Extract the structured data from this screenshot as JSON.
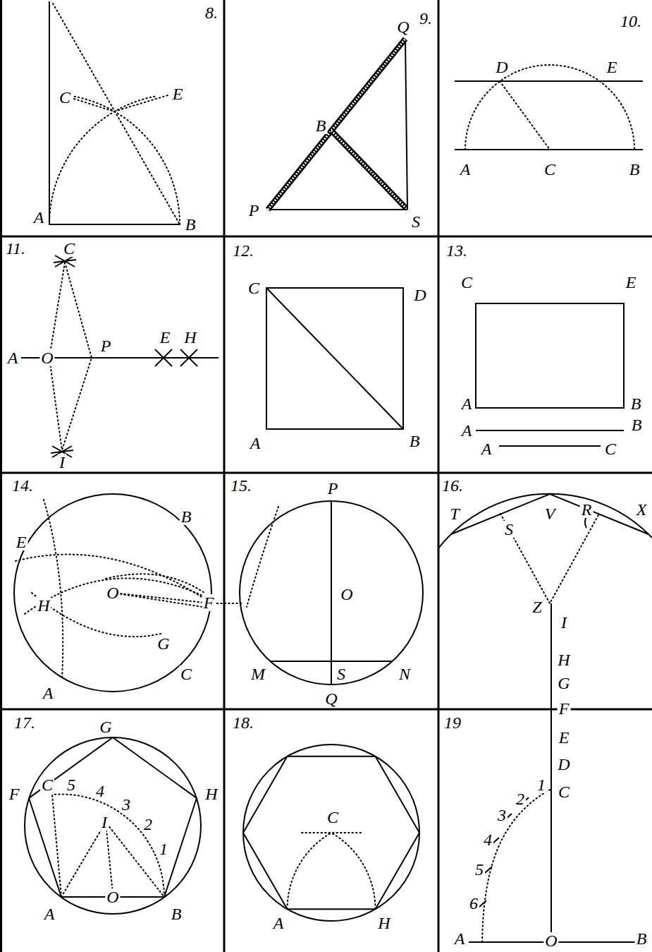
{
  "diagram": {
    "labels": [
      "8.",
      "C",
      "E",
      "A",
      "B",
      "9.",
      "Q",
      "B",
      "P",
      "S",
      "10.",
      "D",
      "E",
      "A",
      "C",
      "B",
      "11.",
      "C",
      "A",
      "O",
      "P",
      "E",
      "H",
      "I",
      "12.",
      "C",
      "D",
      "A",
      "B",
      "13.",
      "C",
      "E",
      "A",
      "B",
      "A",
      "B",
      "A",
      "C",
      "14.",
      "B",
      "E",
      "O",
      "H",
      "F",
      "G",
      "C",
      "A",
      "15.",
      "P",
      "O",
      "M",
      "S",
      "N",
      "Q",
      "16.",
      "T",
      "S",
      "V",
      "R",
      "X",
      "Z",
      "I",
      "H",
      "G",
      "F",
      "17.",
      "G",
      "F",
      "C",
      "5",
      "4",
      "3",
      "2",
      "1",
      "H",
      "I",
      "O",
      "A",
      "B",
      "18.",
      "C",
      "A",
      "H",
      "19",
      "E",
      "D",
      "C",
      "1",
      "2",
      "3",
      "4",
      "5",
      "6",
      "A",
      "O",
      "B"
    ]
  }
}
